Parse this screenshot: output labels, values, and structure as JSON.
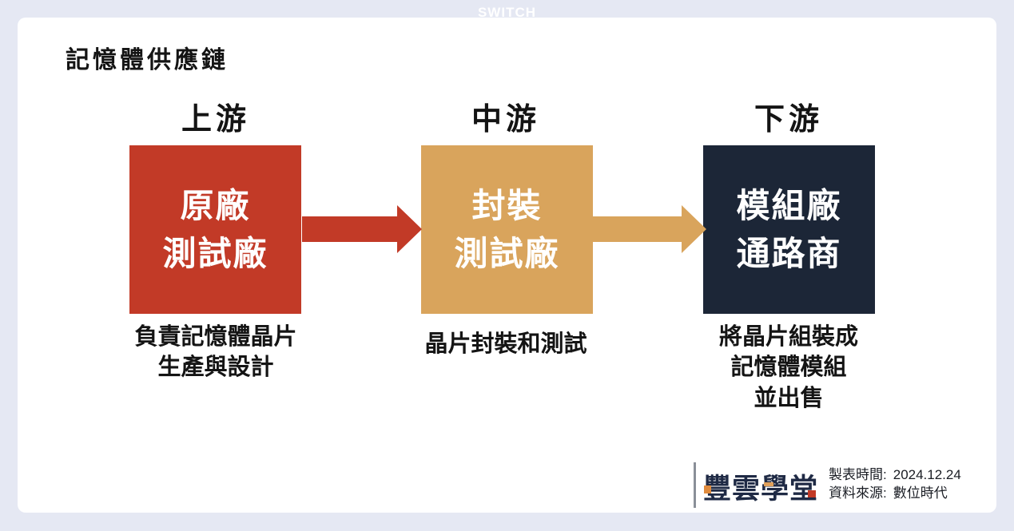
{
  "watermark": "SWITCH",
  "title": "記憶體供應鏈",
  "stages": [
    {
      "tier": "上游",
      "box": {
        "line1": "原廠",
        "line2": "測試廠",
        "color": "#c23a27"
      },
      "description": {
        "line1": "負責記憶體晶片",
        "line2": "生產與設計"
      }
    },
    {
      "tier": "中游",
      "box": {
        "line1": "封裝",
        "line2": "測試廠",
        "color": "#d9a45c"
      },
      "description": {
        "line1": "晶片封裝和測試"
      }
    },
    {
      "tier": "下游",
      "box": {
        "line1": "模組廠",
        "line2": "通路商",
        "color": "#1c2637"
      },
      "description": {
        "line1": "將晶片組裝成",
        "line2": "記憶體模組",
        "line3": "並出售"
      }
    }
  ],
  "arrows": [
    {
      "from": "上游",
      "to": "中游",
      "color": "#c23a27"
    },
    {
      "from": "中游",
      "to": "下游",
      "color": "#d9a45c"
    }
  ],
  "footer": {
    "logo_text": "豐雲學堂",
    "meta_line1_label": "製表時間:",
    "meta_line1_value": "2024.12.24",
    "meta_line2_label": "資料來源:",
    "meta_line2_value": "數位時代"
  },
  "colors": {
    "background": "#e5e8f3",
    "card": "#ffffff",
    "upstream_red": "#c23a27",
    "midstream_tan": "#d9a45c",
    "downstream_navy": "#1c2637",
    "text": "#141414",
    "logo_navy": "#1f2a45"
  }
}
